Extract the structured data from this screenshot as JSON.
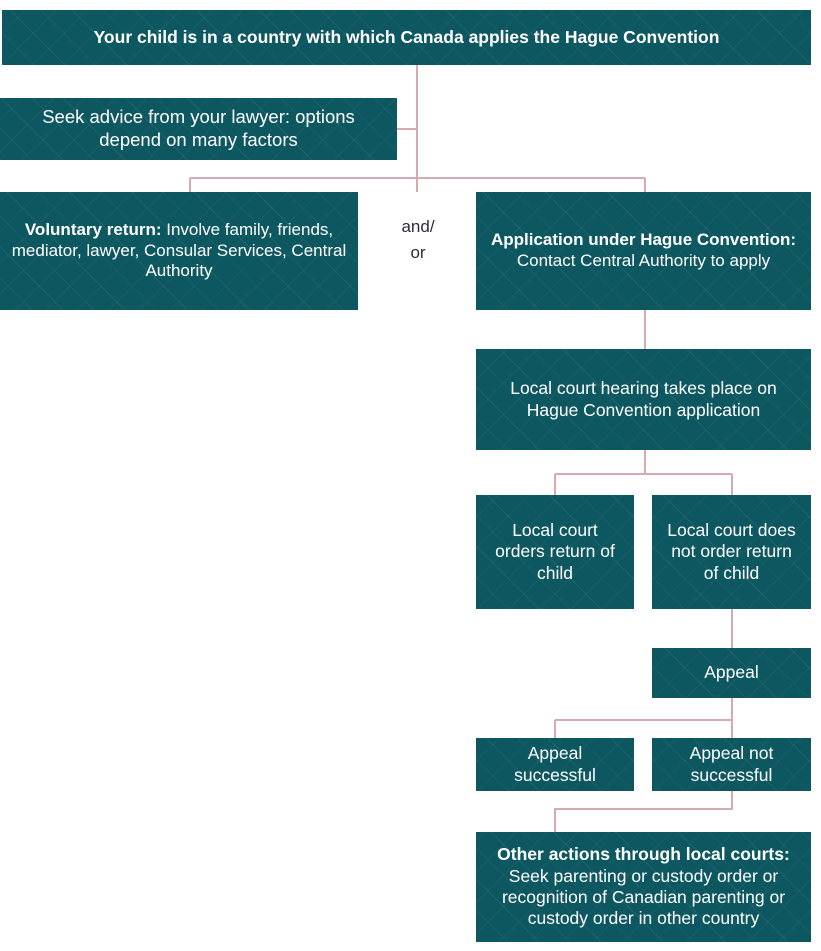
{
  "colors": {
    "node_fill": "#0d5760",
    "node_text": "#ffffff",
    "connector": "#d7a9b0",
    "label_text": "#2f2b3a",
    "background": "#ffffff"
  },
  "diagram": {
    "title": "Your child is in a country with which Canada applies the Hague Convention",
    "nodes": {
      "header": {
        "text": "Your child is in a country with which Canada applies the Hague Convention"
      },
      "seek_advice": {
        "text": "Seek advice from your lawyer: options depend on many factors"
      },
      "voluntary_return": {
        "lead": "Voluntary return:",
        "rest": " Involve family, friends, mediator, lawyer, Consular Services, Central Authority"
      },
      "application_hague": {
        "lead": "Application under Hague Convention:",
        "rest": " Contact Central Authority to apply"
      },
      "local_court_hearing": {
        "text": "Local court hearing takes place on Hague Convention application"
      },
      "court_orders_return": {
        "text": "Local court orders return of child"
      },
      "court_no_return": {
        "text": "Local court does not order return of child"
      },
      "appeal": {
        "text": "Appeal"
      },
      "appeal_successful": {
        "text": "Appeal successful"
      },
      "appeal_not_successful": {
        "text": "Appeal not successful"
      },
      "other_actions": {
        "lead": "Other actions through local courts:",
        "rest": " Seek parenting or custody order or recognition of Canadian parenting or custody order in other country"
      }
    },
    "labels": {
      "and_or_line1": "and/",
      "and_or_line2": "or"
    }
  }
}
